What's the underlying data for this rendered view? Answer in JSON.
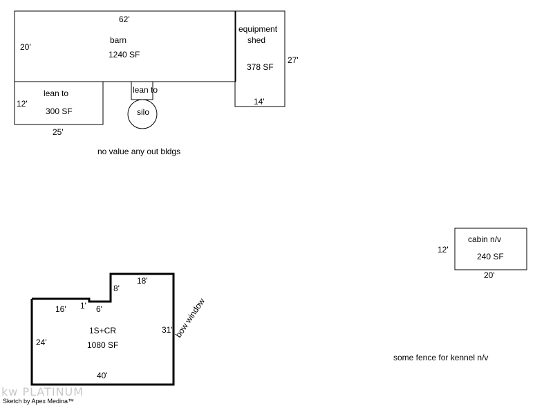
{
  "barn": {
    "label": "barn",
    "area": "1240 SF",
    "width": "62'",
    "depth": "20'"
  },
  "equipment_shed": {
    "label_line1": "equipment",
    "label_line2": "shed",
    "area": "378 SF",
    "depth": "27'",
    "width": "14'"
  },
  "lean_to_left": {
    "label": "lean to",
    "area": "300 SF",
    "depth": "12'",
    "width": "25'"
  },
  "lean_to_small": {
    "label": "lean to"
  },
  "silo": {
    "label": "silo"
  },
  "note_outbuildings": "no value any out bldgs",
  "cabin": {
    "label": "cabin  n/v",
    "area": "240 SF",
    "depth": "12'",
    "width": "20'"
  },
  "house": {
    "label": "1S+CR",
    "area": "1080 SF",
    "dim_top_right": "18'",
    "dim_step_vertical": "8'",
    "dim_step_top": "16'",
    "dim_notch": "1'",
    "dim_step_inner": "6'",
    "dim_left": "24'",
    "dim_right": "31'",
    "dim_bottom": "40'",
    "bow_window": "bow window"
  },
  "note_fence": "some fence for kennel  n/v",
  "watermark": "kw PLATINUM",
  "credit": "Sketch by Apex Medina™"
}
